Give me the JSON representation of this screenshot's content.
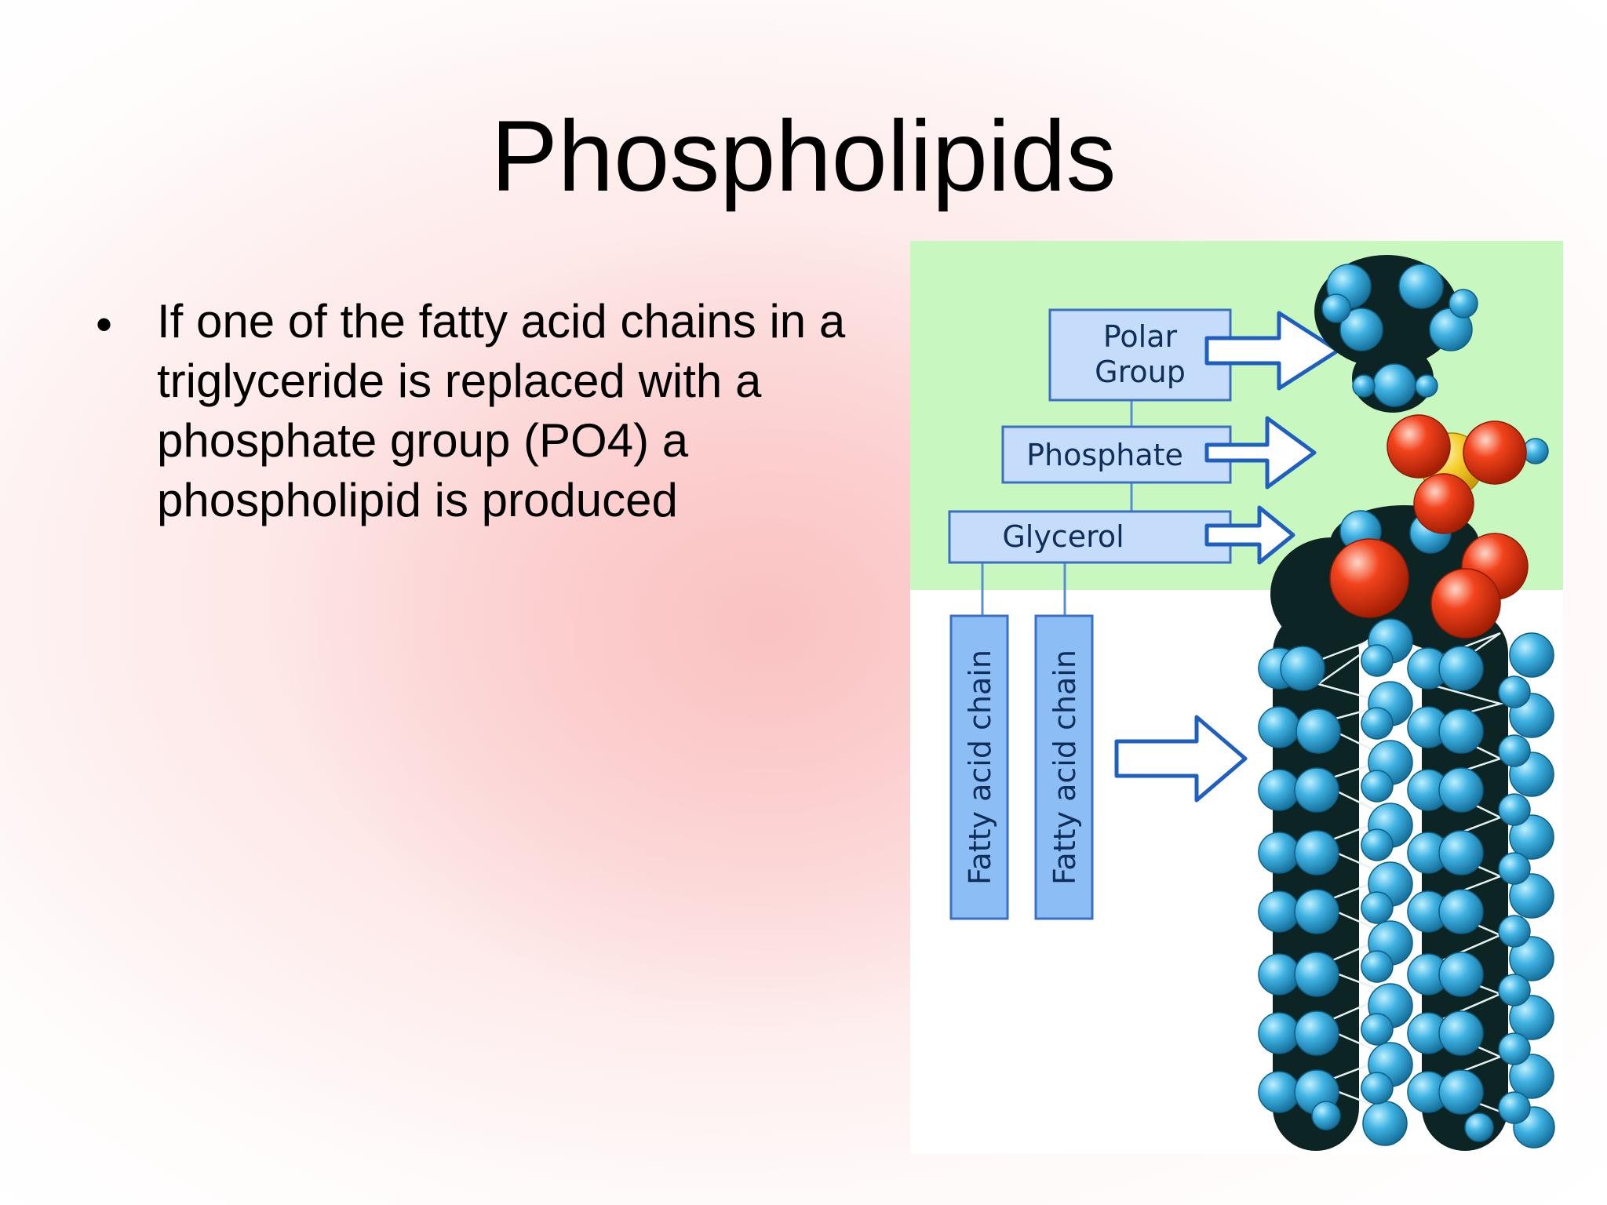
{
  "slide": {
    "title": "Phospholipids",
    "bullet_symbol": "•",
    "bullet_text": "If one of the fatty acid chains in a triglyceride is replaced with a phosphate group (PO4) a phospholipid is produced"
  },
  "figure": {
    "labels": {
      "polar_group_line1": "Polar",
      "polar_group_line2": "Group",
      "phosphate": "Phosphate",
      "glycerol": "Glycerol",
      "fatty_acid_chain_1": "Fatty acid chain",
      "fatty_acid_chain_2": "Fatty acid chain"
    },
    "colors": {
      "head_region": "#c8f7c0",
      "label_box_fill": "#c5dcfb",
      "label_box_stroke": "#3a6fc5",
      "chain_box_fill": "#8cbdf5",
      "arrow_stroke": "#1f5fbf",
      "hydrogen_atom": "#38a8d8",
      "carbon_atom": "#0d2424",
      "oxygen_atom": "#e53510",
      "phosphorus_atom": "#f4cc28"
    }
  }
}
